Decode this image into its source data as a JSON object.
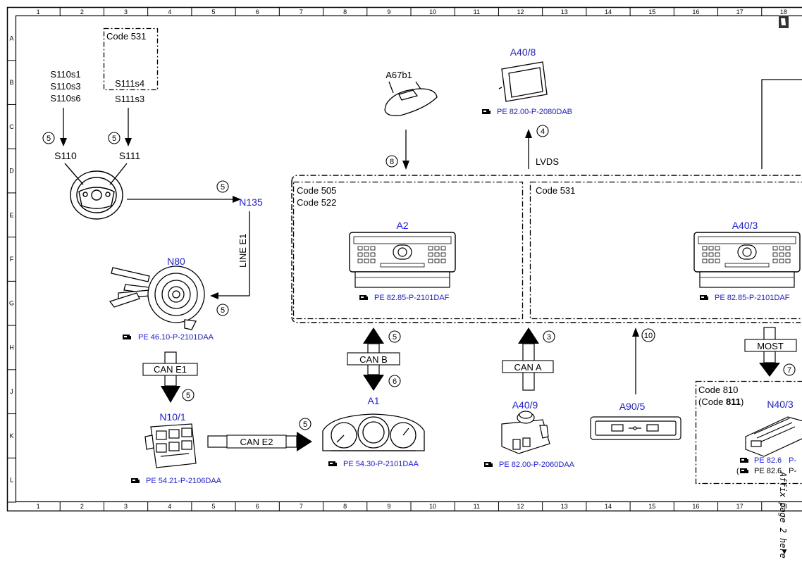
{
  "grid": {
    "columns": [
      "1",
      "2",
      "3",
      "4",
      "5",
      "6",
      "7",
      "8",
      "9",
      "10",
      "11",
      "12",
      "13",
      "14",
      "15",
      "16",
      "17",
      "18"
    ],
    "rows": [
      "A",
      "B",
      "C",
      "D",
      "E",
      "F",
      "G",
      "H",
      "J",
      "K",
      "L"
    ]
  },
  "boxes": {
    "code531_top": "Code 531",
    "code505": "Code 505",
    "code522": "Code 522",
    "code531_main": "Code 531",
    "code810": "Code 810",
    "code811_prefix": "(Code ",
    "code811_bold": "811",
    "code811_suffix": ")"
  },
  "components": {
    "s110_list": [
      "S110s1",
      "S110s3",
      "S110s6"
    ],
    "s111s4": "S111s4",
    "s111s3": "S111s3",
    "s110": "S110",
    "s111": "S111",
    "a67b1": "A67b1",
    "a40_8": "A40/8",
    "n135": "N135",
    "n80": "N80",
    "a2": "A2",
    "a40_3": "A40/3",
    "n10_1": "N10/1",
    "a1": "A1",
    "a40_9": "A40/9",
    "a90_5": "A90/5",
    "n40_3": "N40/3"
  },
  "references": {
    "a40_8": "PE 82.00-P-2080DAB",
    "n80": "PE 46.10-P-2101DAA",
    "a2": "PE 82.85-P-2101DAF",
    "a40_3": "PE 82.85-P-2101DAF",
    "n10_1": "PE 54.21-P-2106DAA",
    "a1": "PE 54.30-P-2101DAA",
    "a40_9": "PE 82.00-P-2060DAA",
    "n40_3_a": "PE 82.6",
    "n40_3_a_tail": "P-",
    "n40_3_b": "PE 82.6",
    "n40_3_b_tail": "P-"
  },
  "buses": {
    "line_e1": "LINE E1",
    "lvds": "LVDS",
    "can_e1": "CAN E1",
    "can_b": "CAN B",
    "can_a": "CAN A",
    "can_e2": "CAN E2",
    "most": "MOST"
  },
  "markers": {
    "m5": "5",
    "m6": "6",
    "m3": "3",
    "m4": "4",
    "m7": "7",
    "m8": "8",
    "m10": "10"
  },
  "footer": {
    "affix_note": "Affix page 2 here",
    "affix_arrow": "▼"
  },
  "colors": {
    "label_blue": "#1a1aff",
    "line": "#000000"
  }
}
